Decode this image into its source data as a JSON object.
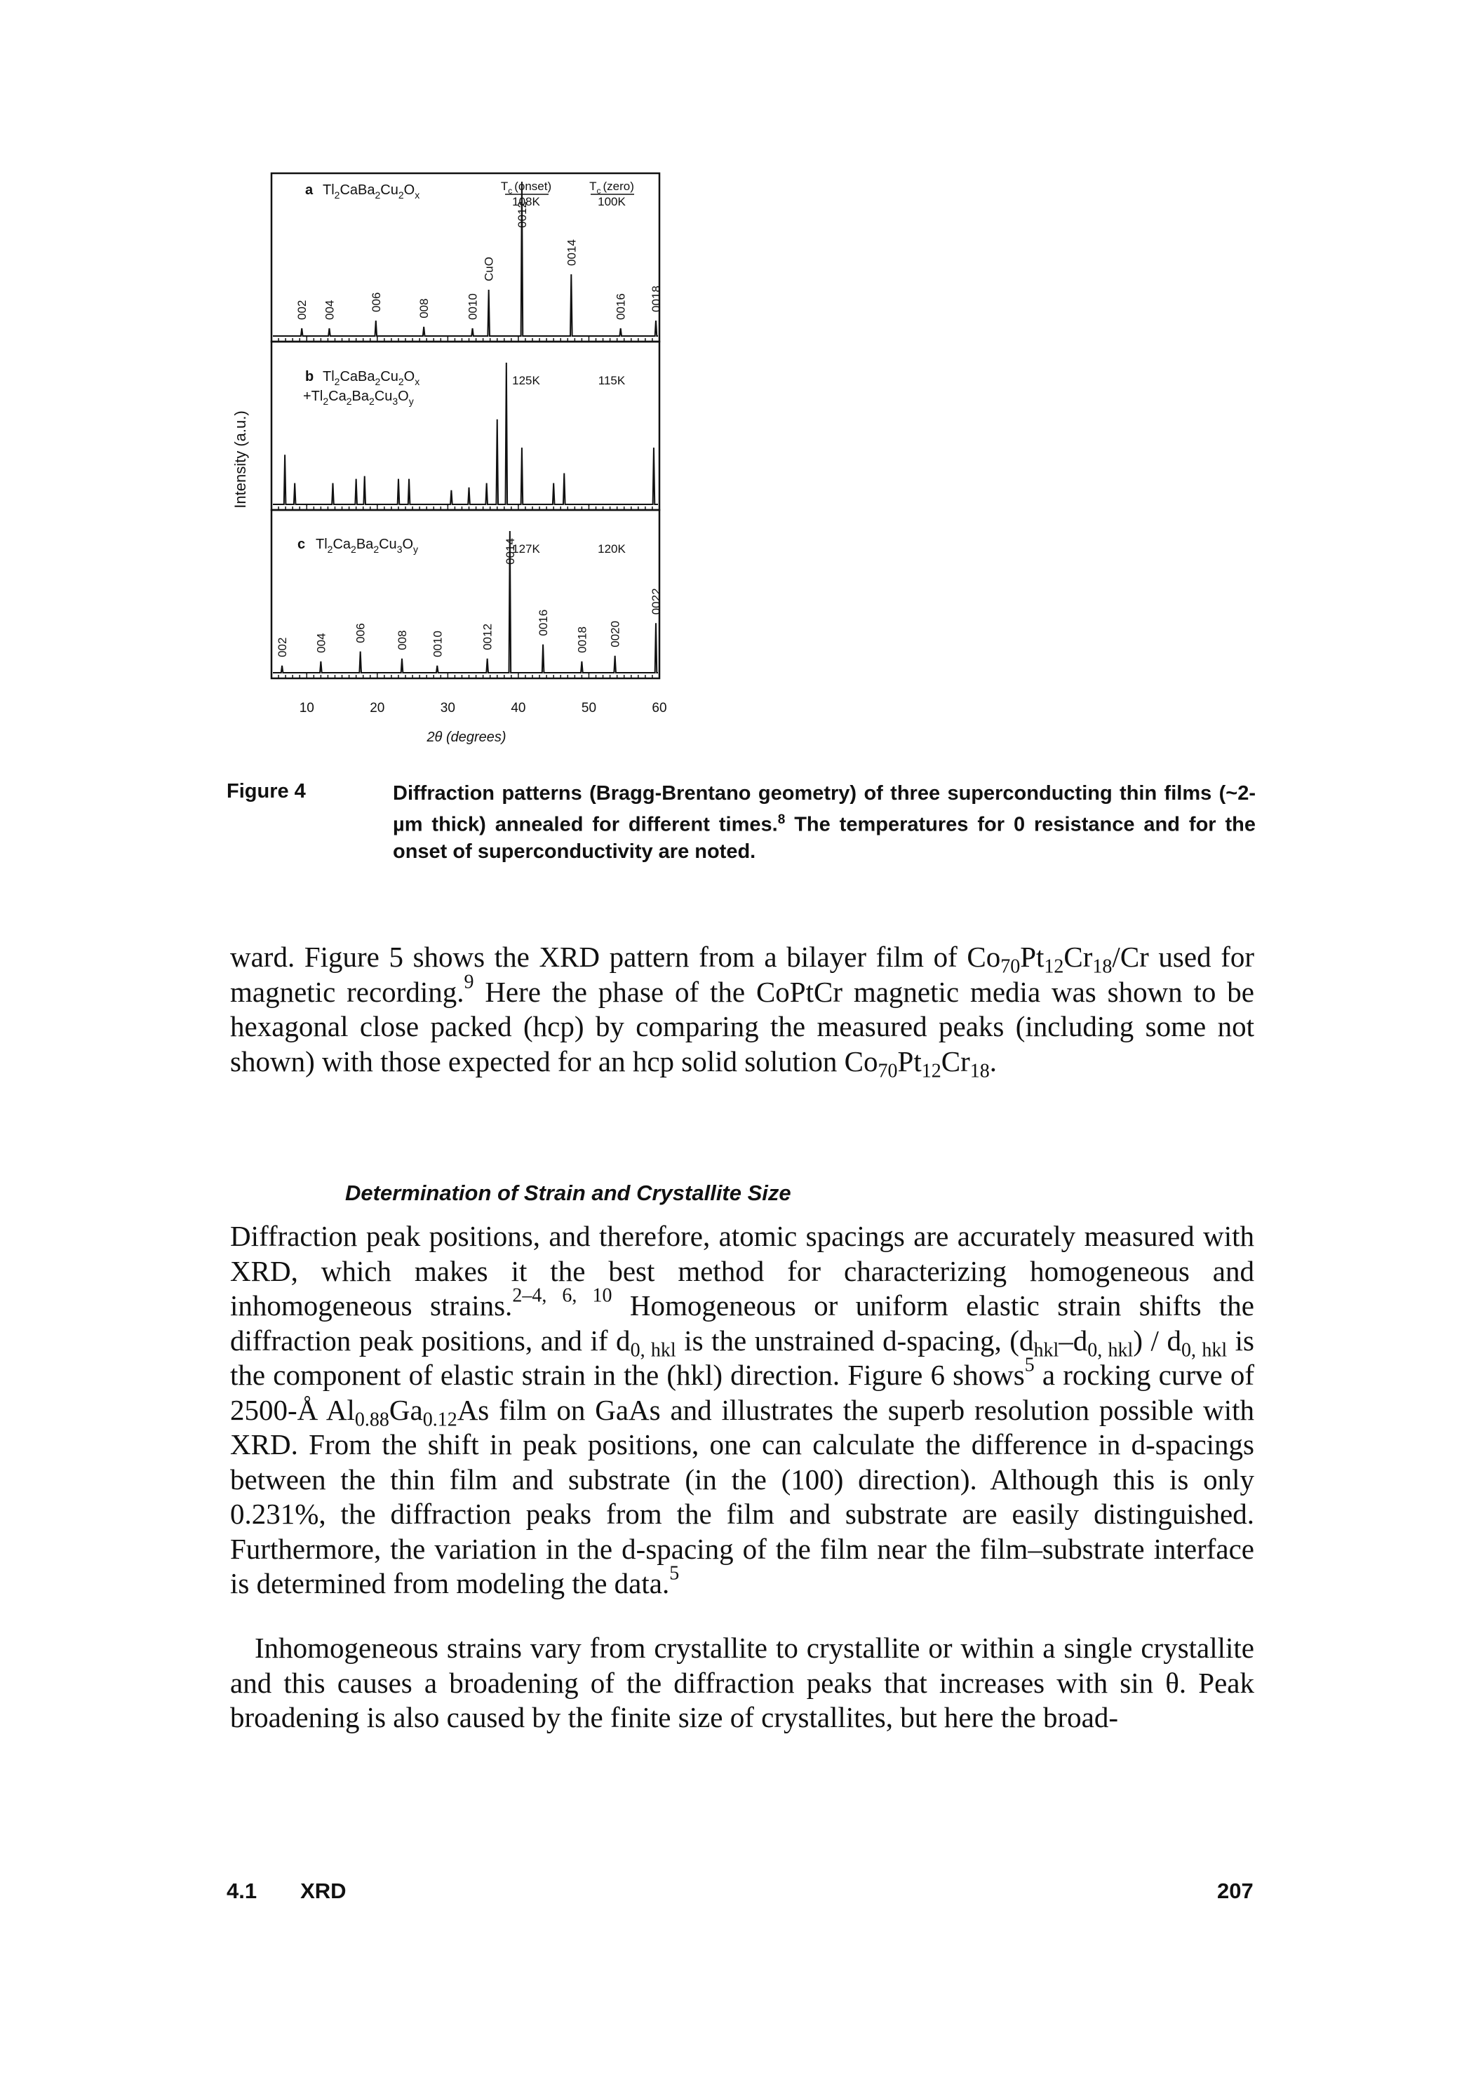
{
  "figure": {
    "label": "Figure 4",
    "caption_parts": [
      "Diffraction patterns (Bragg-Brentano geometry) of three superconducting thin films (~2-µm thick) annealed for different times.",
      "8",
      " The temperatures for 0 resistance and for the onset of superconductivity are noted."
    ],
    "panels": [
      {
        "id": "a",
        "letter": "a",
        "formula_parts": [
          "Tl",
          "2",
          "CaBa",
          "2",
          "Cu",
          "2",
          "O",
          "x"
        ],
        "tc_onset_label": "T",
        "tc_onset_sub": "c",
        "tc_onset_suffix": "(onset)",
        "tc_zero_label": "T",
        "tc_zero_sub": "c",
        "tc_zero_suffix": "(zero)",
        "tc_onset": "108K",
        "tc_zero": "100K",
        "peaks": [
          {
            "label": "002",
            "two_theta": 9.3,
            "rel_height": 0.05
          },
          {
            "label": "004",
            "two_theta": 13.2,
            "rel_height": 0.05
          },
          {
            "label": "006",
            "two_theta": 19.8,
            "rel_height": 0.1
          },
          {
            "label": "008",
            "two_theta": 26.6,
            "rel_height": 0.06
          },
          {
            "label": "0010",
            "two_theta": 33.5,
            "rel_height": 0.05
          },
          {
            "label": "CuO",
            "two_theta": 35.8,
            "rel_height": 0.3
          },
          {
            "label": "0012",
            "two_theta": 40.5,
            "rel_height": 1.0
          },
          {
            "label": "0014",
            "two_theta": 47.5,
            "rel_height": 0.4
          },
          {
            "label": "0016",
            "two_theta": 54.5,
            "rel_height": 0.05
          },
          {
            "label": "0018",
            "two_theta": 59.5,
            "rel_height": 0.1
          }
        ]
      },
      {
        "id": "b",
        "letter": "b",
        "formula_parts": [
          "Tl",
          "2",
          "CaBa",
          "2",
          "Cu",
          "2",
          "O",
          "x"
        ],
        "formula2_parts": [
          "+Tl",
          "2",
          "Ca",
          "2",
          "Ba",
          "2",
          "Cu",
          "3",
          "O",
          "y"
        ],
        "tc_onset": "125K",
        "tc_zero": "115K",
        "peaks": [
          {
            "two_theta": 6.9,
            "rel_height": 0.35
          },
          {
            "two_theta": 8.3,
            "rel_height": 0.15
          },
          {
            "two_theta": 13.7,
            "rel_height": 0.15
          },
          {
            "two_theta": 17.0,
            "rel_height": 0.18
          },
          {
            "two_theta": 18.2,
            "rel_height": 0.2
          },
          {
            "two_theta": 23.0,
            "rel_height": 0.18
          },
          {
            "two_theta": 24.5,
            "rel_height": 0.18
          },
          {
            "two_theta": 30.5,
            "rel_height": 0.1
          },
          {
            "two_theta": 33.0,
            "rel_height": 0.12
          },
          {
            "two_theta": 35.5,
            "rel_height": 0.15
          },
          {
            "two_theta": 37.0,
            "rel_height": 0.6
          },
          {
            "two_theta": 38.3,
            "rel_height": 1.0
          },
          {
            "two_theta": 40.5,
            "rel_height": 0.4
          },
          {
            "two_theta": 45.0,
            "rel_height": 0.15
          },
          {
            "two_theta": 46.5,
            "rel_height": 0.22
          },
          {
            "two_theta": 59.2,
            "rel_height": 0.4
          }
        ]
      },
      {
        "id": "c",
        "letter": "c",
        "formula_parts": [
          "Tl",
          "2",
          "Ca",
          "2",
          "Ba",
          "2",
          "Cu",
          "3",
          "O",
          "y"
        ],
        "tc_onset": "127K",
        "tc_zero": "120K",
        "peaks": [
          {
            "label": "002",
            "two_theta": 6.5,
            "rel_height": 0.05
          },
          {
            "label": "004",
            "two_theta": 12.0,
            "rel_height": 0.08
          },
          {
            "label": "006",
            "two_theta": 17.6,
            "rel_height": 0.15
          },
          {
            "label": "008",
            "two_theta": 23.5,
            "rel_height": 0.1
          },
          {
            "label": "0010",
            "two_theta": 28.5,
            "rel_height": 0.05
          },
          {
            "label": "0012",
            "two_theta": 35.6,
            "rel_height": 0.1
          },
          {
            "label": "0014",
            "two_theta": 38.8,
            "rel_height": 1.0
          },
          {
            "label": "0016",
            "two_theta": 43.5,
            "rel_height": 0.2
          },
          {
            "label": "0018",
            "two_theta": 49.0,
            "rel_height": 0.08
          },
          {
            "label": "0020",
            "two_theta": 53.7,
            "rel_height": 0.12
          },
          {
            "label": "0022",
            "two_theta": 59.5,
            "rel_height": 0.35
          }
        ]
      }
    ],
    "x_ticks": [
      "10",
      "20",
      "30",
      "40",
      "50",
      "60"
    ],
    "xlabel": "2θ (degrees)",
    "ylabel": "Intensity (a.u.)",
    "xlim": [
      5,
      60
    ]
  },
  "paragraph1": {
    "parts": [
      "ward. Figure 5 shows the XRD pattern from a bilayer film of Co",
      "70",
      "Pt",
      "12",
      "Cr",
      "18",
      "/Cr used for magnetic recording.",
      "9",
      " Here the phase of the CoPtCr magnetic media was shown to be hexagonal close packed (hcp) by comparing the measured peaks (including some not shown) with those expected for an hcp solid solution Co",
      "70",
      "Pt",
      "12",
      "Cr",
      "18",
      "."
    ]
  },
  "section": {
    "heading": "Determination of Strain and Crystallite Size"
  },
  "paragraph2": {
    "parts": [
      "Diffraction peak positions, and therefore, atomic spacings are accurately measured with XRD, which makes it the best method for characterizing homogeneous and inhomogeneous strains.",
      "2–4, 6, 10",
      " Homogeneous or uniform elastic strain shifts the diffraction peak positions, and if d",
      "0, hkl",
      " is the unstrained d-spacing, (d",
      "hkl",
      "–d",
      "0, hkl",
      ") / d",
      "0, hkl",
      " is the component of elastic strain in the (hkl) direction. Figure 6 shows",
      "5",
      " a rocking curve of 2500-Å Al",
      "0.88",
      "Ga",
      "0.12",
      "As film on GaAs and illustrates the superb resolution possible with XRD. From the shift in peak positions, one can calculate the difference in d-spacings between the thin film and substrate (in the (100) direction). Although this is only 0.231%, the diffraction peaks from the film and substrate are easily distinguished. Furthermore, the variation in the d-spacing of the film near the film–substrate interface is determined from modeling the data.",
      "5"
    ]
  },
  "paragraph3": {
    "text": "Inhomogeneous strains vary from crystallite to crystallite or within a single crystallite and this causes a broadening of the diffraction peaks that increases with sin θ. Peak broadening is also caused by the finite size of crystallites, but here the broad-"
  },
  "footer": {
    "section_number": "4.1",
    "section_name": "XRD",
    "page_number": "207"
  }
}
